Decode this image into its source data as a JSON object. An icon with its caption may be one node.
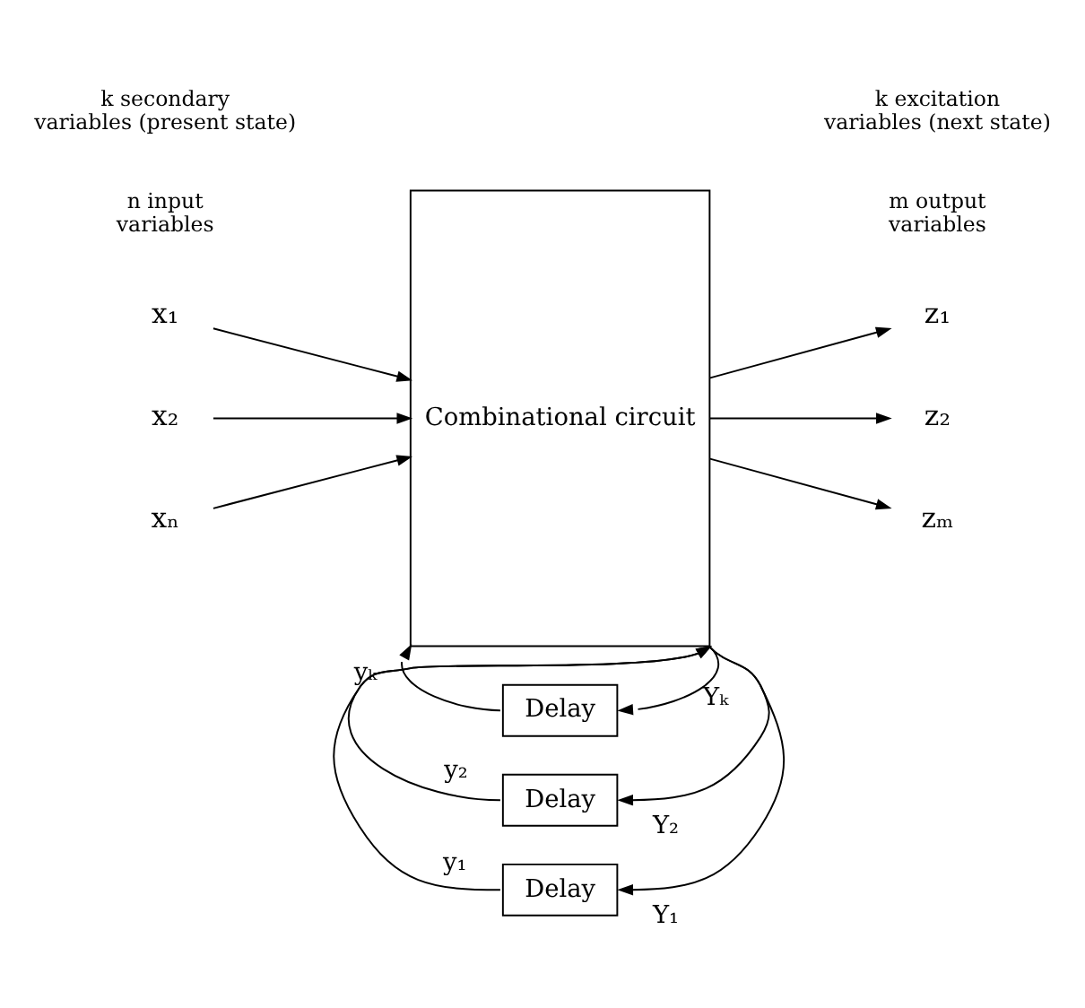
{
  "diagram": {
    "nodes": [
      {
        "text": [
          "Combinational circuit"
        ]
      },
      {
        "text": [
          "x₁"
        ]
      },
      {
        "text": [
          "x₂"
        ]
      },
      {
        "text": [
          "xₙ"
        ]
      },
      {
        "text": [
          "z₁"
        ]
      },
      {
        "text": [
          "z₂"
        ]
      },
      {
        "text": [
          "zₘ"
        ]
      },
      {
        "text": [
          "Delay"
        ]
      },
      {
        "text": [
          "Delay"
        ]
      },
      {
        "text": [
          "Delay"
        ]
      }
    ],
    "edges": [
      {
        "from": 1,
        "to": 0,
        "arrow": "to"
      },
      {
        "from": 2,
        "to": 0,
        "arrow": "to"
      },
      {
        "from": 3,
        "to": 0,
        "arrow": "to"
      },
      {
        "from": 0,
        "to": 4,
        "arrow": "to"
      },
      {
        "from": 0,
        "to": 5,
        "arrow": "to"
      },
      {
        "from": 0,
        "to": 6,
        "arrow": "to"
      },
      {
        "from": 0,
        "to": 9,
        "arrow": "to",
        "label": "Y₁"
      },
      {
        "from": 9,
        "to": 0,
        "arrow": "to",
        "label": "y₁"
      },
      {
        "from": 0,
        "to": 8,
        "arrow": "to",
        "label": "Y₂"
      },
      {
        "from": 8,
        "to": 0,
        "arrow": "to",
        "label": "y₂"
      },
      {
        "from": 0,
        "to": 7,
        "arrow": "to",
        "label": "Yₖ"
      },
      {
        "from": 7,
        "to": 0,
        "arrow": "to",
        "label": "yₖ"
      }
    ],
    "labels": [
      "n input variables",
      "m output variables",
      "k secondary variables (present state)",
      "k excitation variables (next state)"
    ]
  }
}
